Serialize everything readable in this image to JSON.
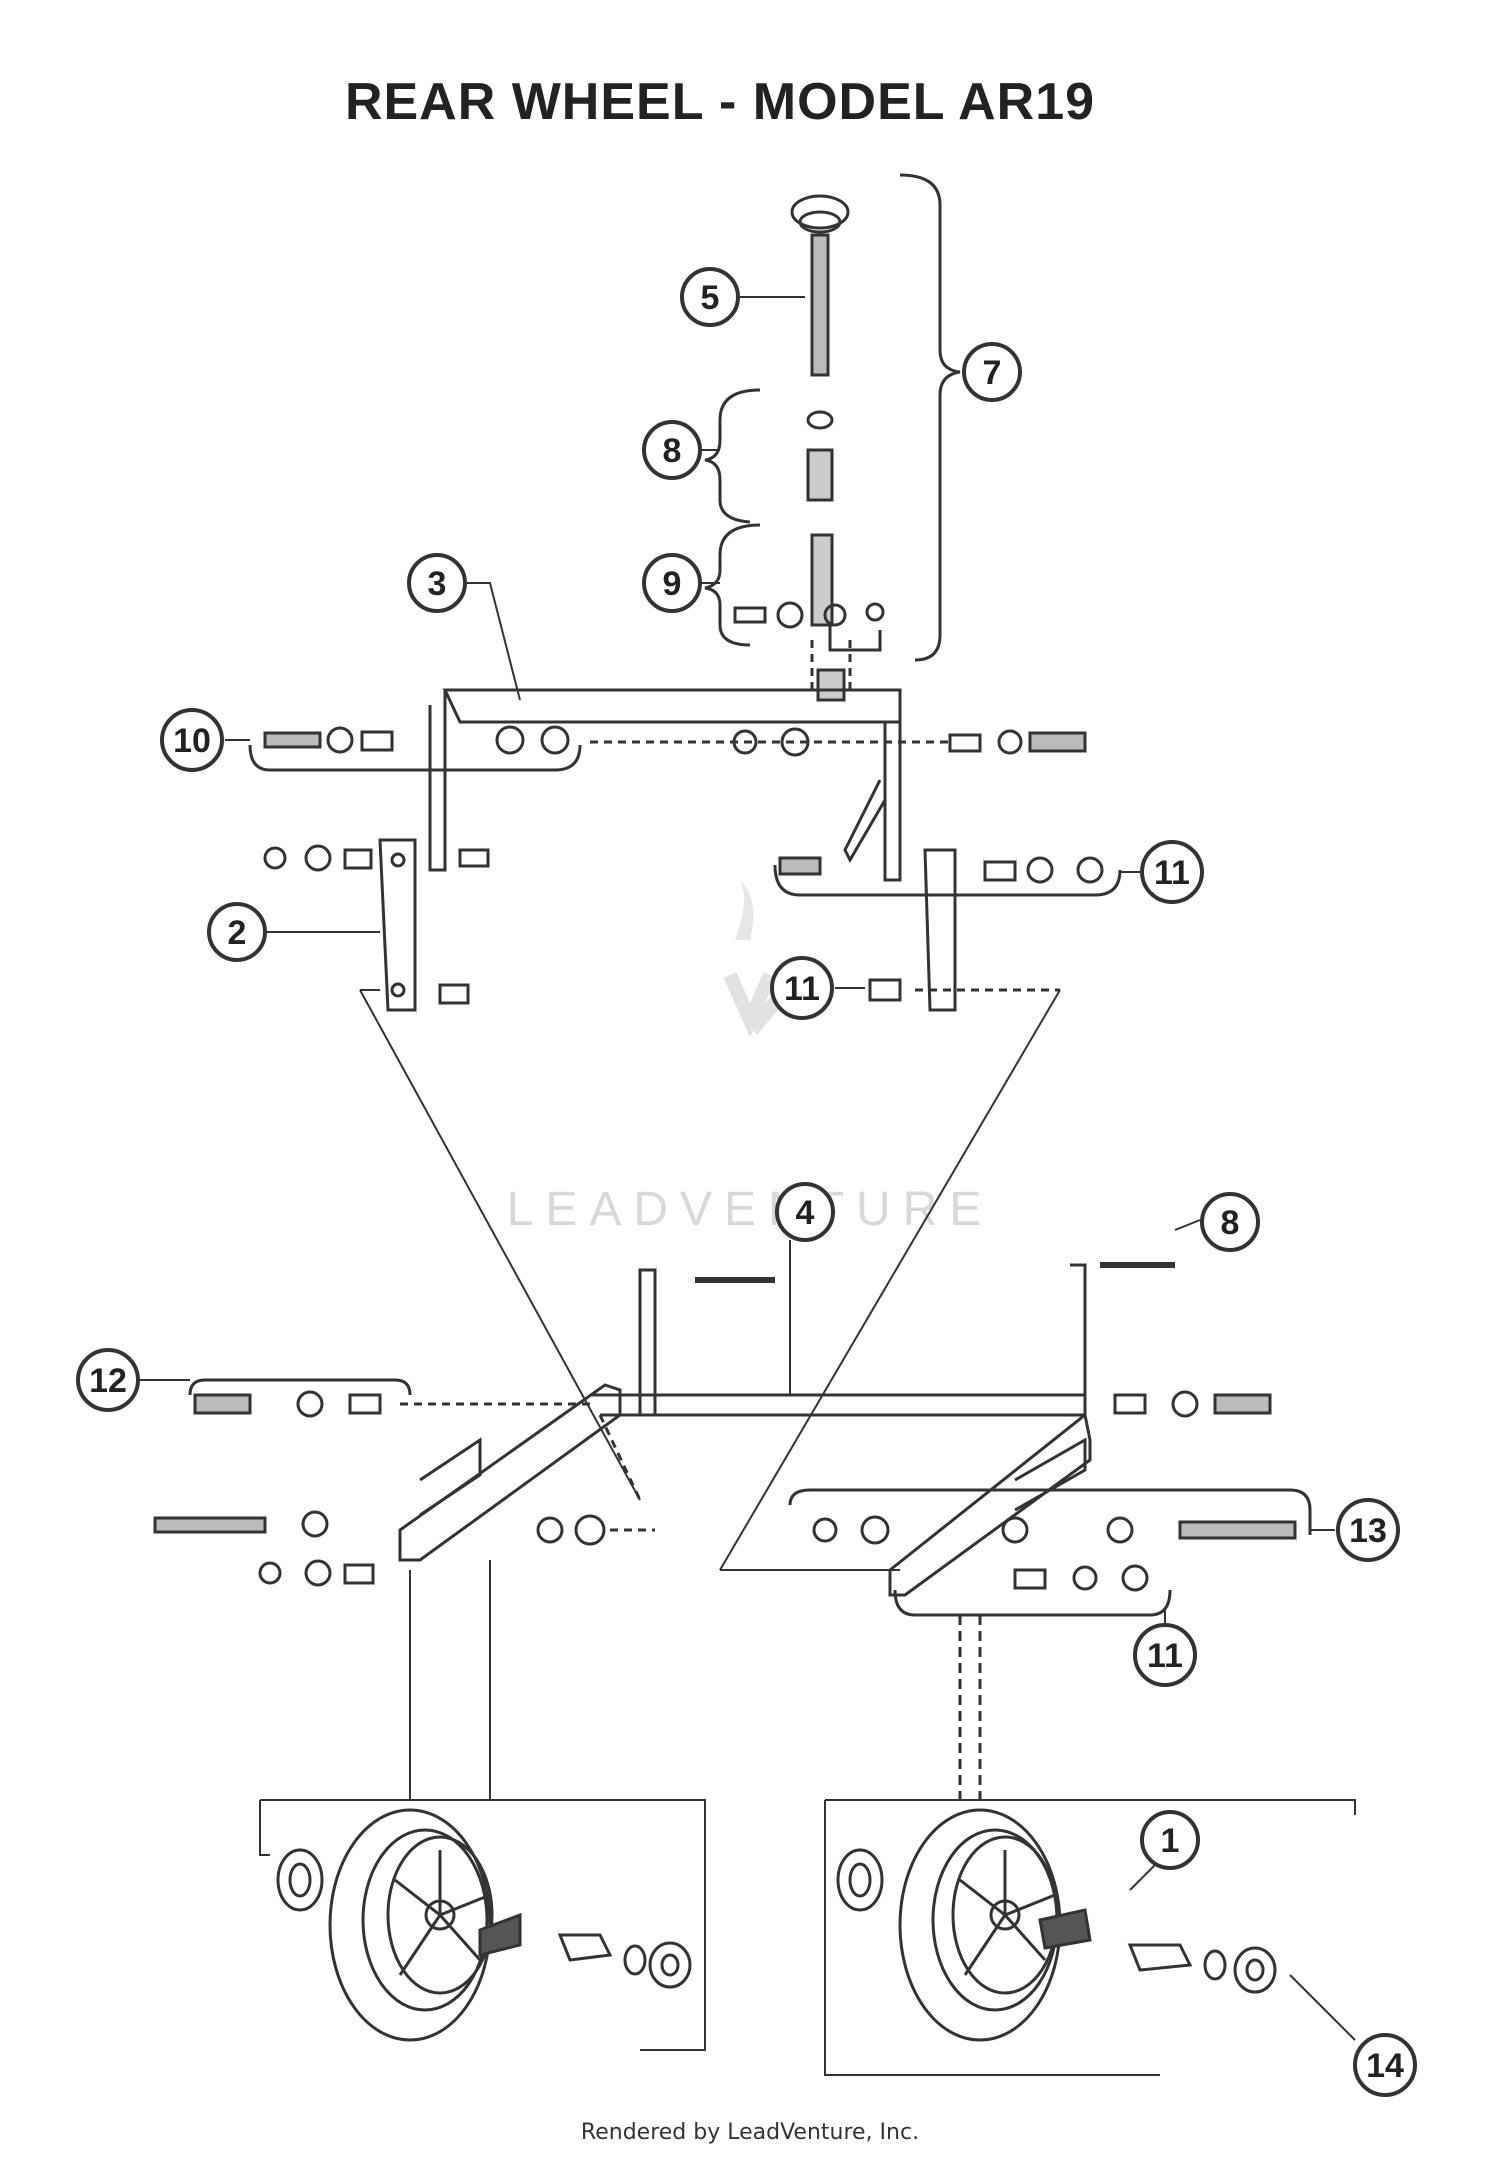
{
  "title": "REAR WHEEL - MODEL AR19",
  "footer": "Rendered by LeadVenture, Inc.",
  "watermark": "LEADVENTURE",
  "callouts": [
    "5",
    "7",
    "8",
    "9",
    "3",
    "10",
    "11",
    "2",
    "11",
    "4",
    "8",
    "12",
    "13",
    "11",
    "1",
    "14"
  ],
  "colors": {
    "line": "#333333",
    "text": "#222222",
    "watermark": "#d8d8d8"
  }
}
